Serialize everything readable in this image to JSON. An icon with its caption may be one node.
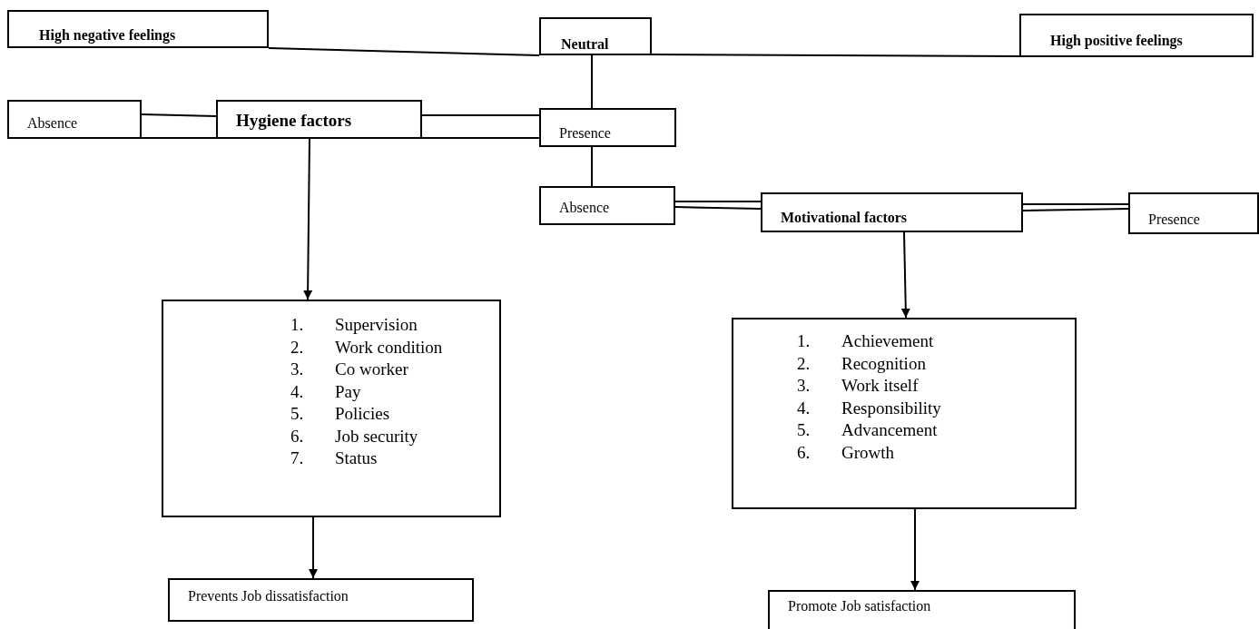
{
  "diagram": {
    "nodes": [
      {
        "text": [
          "High negative feelings"
        ]
      },
      {
        "text": [
          "Neutral"
        ]
      },
      {
        "text": [
          "High positive feelings"
        ]
      },
      {
        "text": [
          "Absence"
        ]
      },
      {
        "text": [
          "Hygiene factors"
        ]
      },
      {
        "text": [
          "Presence"
        ]
      },
      {
        "text": [
          "Absence"
        ]
      },
      {
        "text": [
          "Motivational factors"
        ]
      },
      {
        "text": [
          "Presence"
        ]
      },
      {
        "text": [
          "1. Supervision",
          "2. Work condition",
          "3. Co worker",
          "4. Pay",
          "5. Policies",
          "6. Job security",
          "7. Status"
        ]
      },
      {
        "text": [
          "Prevents Job dissatisfaction"
        ]
      },
      {
        "text": [
          "1. Achievement",
          "2. Recognition",
          "3. Work itself",
          "4. Responsibility",
          "5. Advancement",
          "6. Growth"
        ]
      },
      {
        "text": [
          "Promote Job satisfaction"
        ]
      }
    ],
    "edges": [
      {
        "from": 0,
        "to": 1,
        "arrow": "none"
      },
      {
        "from": 1,
        "to": 2,
        "arrow": "none"
      },
      {
        "from": 1,
        "to": 5,
        "arrow": "none"
      },
      {
        "from": 3,
        "to": 4,
        "arrow": "none"
      },
      {
        "from": 4,
        "to": 5,
        "arrow": "none"
      },
      {
        "from": 5,
        "to": 6,
        "arrow": "none"
      },
      {
        "from": 6,
        "to": 7,
        "arrow": "none"
      },
      {
        "from": 7,
        "to": 8,
        "arrow": "none"
      },
      {
        "from": 4,
        "to": 9,
        "arrow": "to"
      },
      {
        "from": 9,
        "to": 10,
        "arrow": "to"
      },
      {
        "from": 7,
        "to": 11,
        "arrow": "to"
      },
      {
        "from": 11,
        "to": 12,
        "arrow": "to"
      }
    ]
  }
}
